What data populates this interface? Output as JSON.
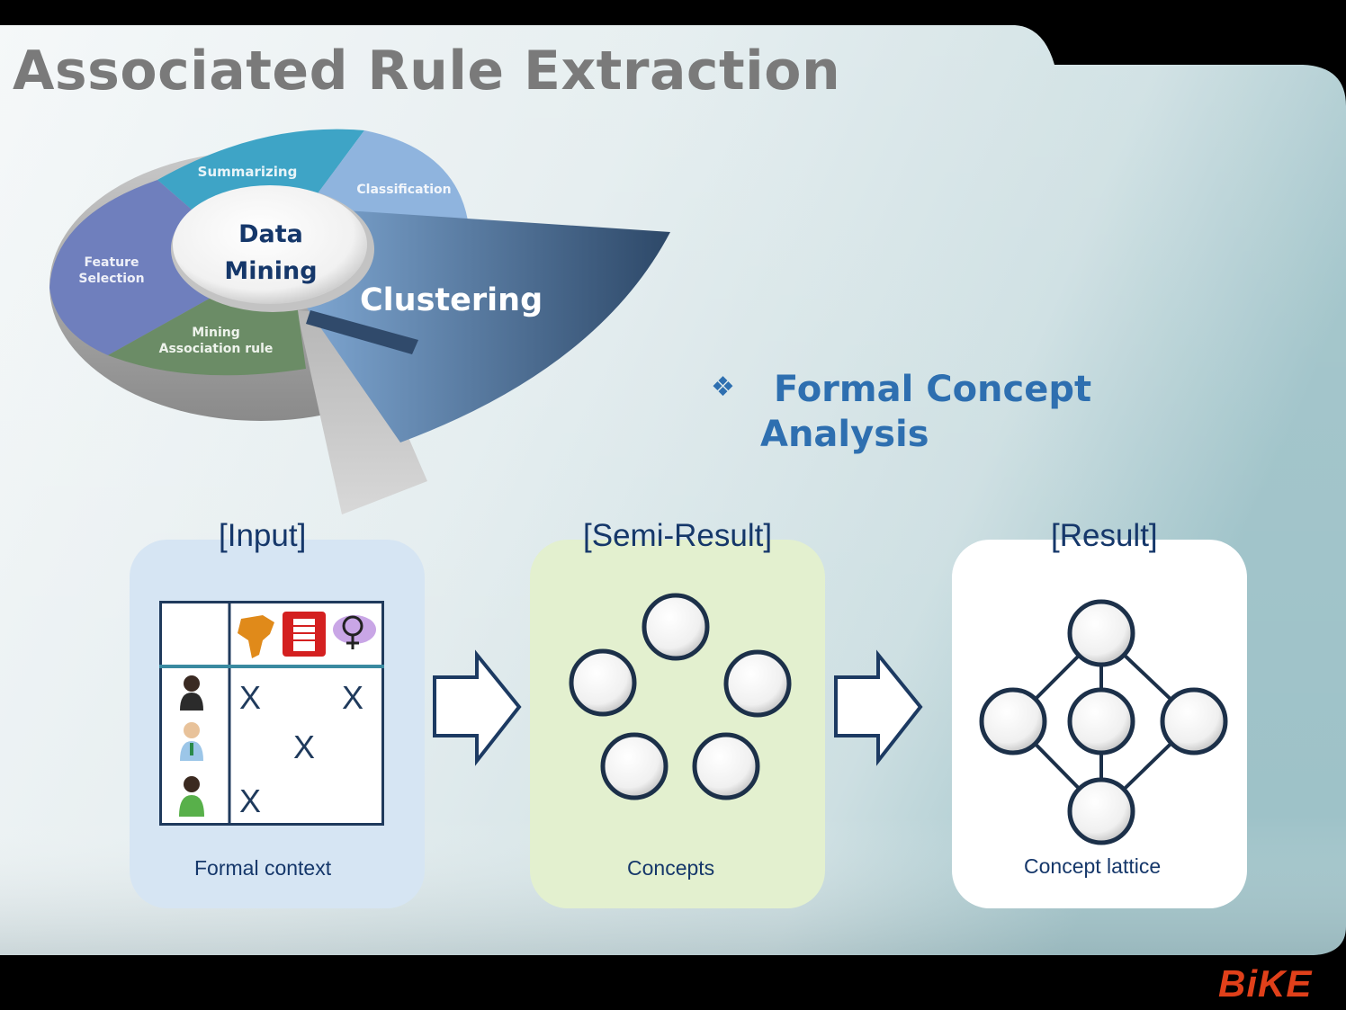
{
  "slide": {
    "title": "Associated Rule Extraction",
    "brand_logo": "BiKE",
    "accent_color": "#2e6fb0",
    "title_color": "#7a7a7a",
    "logo_color": "#e0401a"
  },
  "pie": {
    "center_label_line1": "Data",
    "center_label_line2": "Mining",
    "segments": [
      {
        "label": "Summarizing"
      },
      {
        "label": "Classification"
      },
      {
        "label_line1": "Feature",
        "label_line2": "Selection"
      },
      {
        "label_line1": "Mining",
        "label_line2": "Association rule"
      }
    ],
    "highlight_label": "Clustering"
  },
  "bullet": {
    "marker": "❖",
    "line1": "Formal Concept",
    "line2": "Analysis"
  },
  "stages": {
    "input": {
      "header": "[Input]",
      "caption": "Formal context",
      "color": "#d6e5f3"
    },
    "semi": {
      "header": "[Semi-Result]",
      "caption": "Concepts",
      "color": "#e3f0cf"
    },
    "result": {
      "header": "[Result]",
      "caption": "Concept lattice",
      "color": "#ffffff"
    }
  },
  "formal_context": {
    "attribute_icons": [
      "africa-map-icon",
      "building-icon",
      "female-symbol-icon"
    ],
    "object_icons": [
      "businesswoman-icon",
      "man-icon",
      "green-person-icon"
    ],
    "cells": [
      [
        "X",
        "",
        "X"
      ],
      [
        "",
        "X",
        ""
      ],
      [
        "X",
        "",
        ""
      ]
    ]
  }
}
